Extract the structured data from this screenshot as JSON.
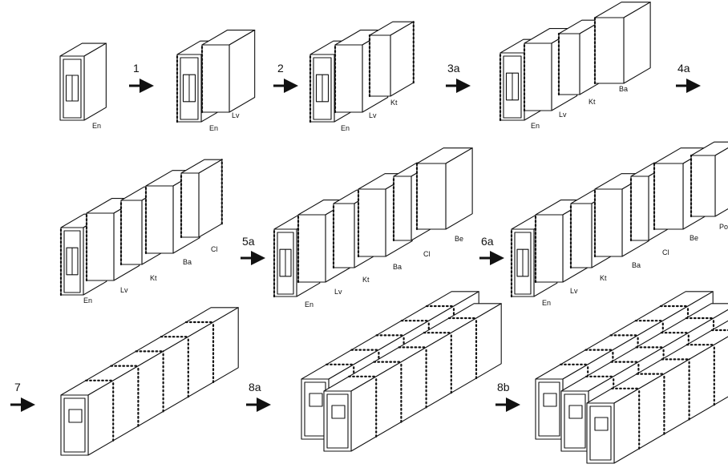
{
  "steps": {
    "s1": "1",
    "s2": "2",
    "s3": "3a",
    "s4": "4a",
    "s5": "5a",
    "s6": "6a",
    "s7": "7",
    "s8": "8a",
    "s9": "8b"
  },
  "labels": {
    "en": "En",
    "lv": "Lv",
    "kt": "Kt",
    "ba": "Ba",
    "cl": "Cl",
    "be": "Be",
    "po": "Po"
  },
  "colors": {
    "line": "#111111",
    "background": "#ffffff"
  }
}
